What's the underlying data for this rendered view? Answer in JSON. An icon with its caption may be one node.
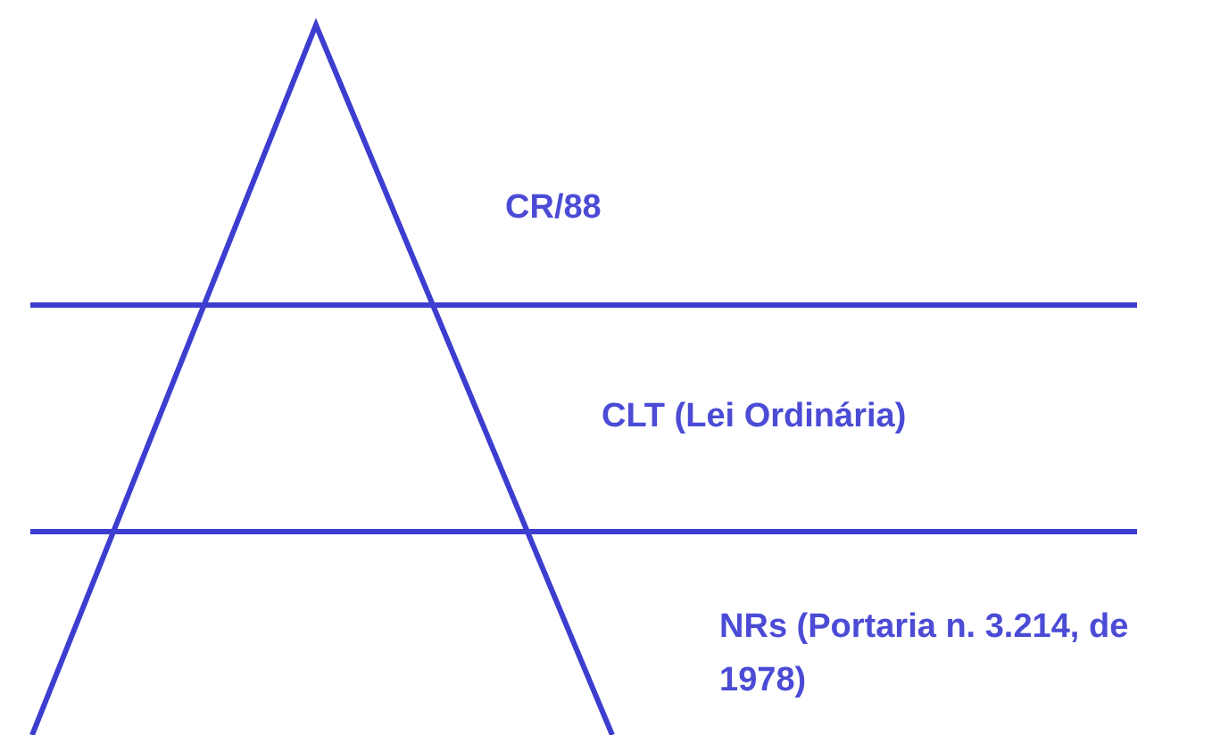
{
  "diagram": {
    "labels": [
      "CR/88",
      "CLT (Lei Ordinária)",
      "NRs (Portaria n. 3.214, de 1978)"
    ]
  }
}
